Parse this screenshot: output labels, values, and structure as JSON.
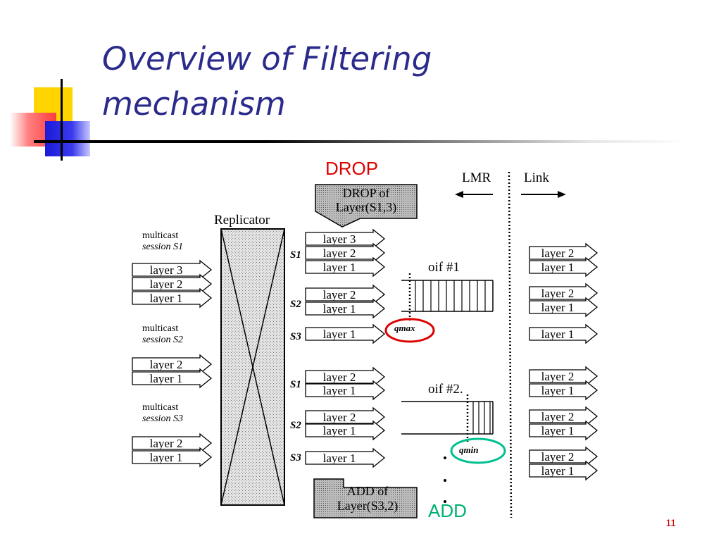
{
  "slide": {
    "title_line1": "Overview of Filtering",
    "title_line2": "mechanism",
    "page_number": "11"
  },
  "annotations": {
    "drop": "DROP",
    "add": "ADD"
  },
  "figure": {
    "drop_box": {
      "line1": "DROP of",
      "line2": "Layer(S1,3)"
    },
    "add_box": {
      "line1": "ADD of",
      "line2": "Layer(S3,2)"
    },
    "replicator_label": "Replicator",
    "lmr_label": "LMR",
    "link_label": "Link",
    "oif1_label": "oif #1",
    "oif2_label": "oif #2.",
    "qmax_label": "qmax",
    "qmin_label": "qmin",
    "sessions": [
      {
        "line1": "multicast",
        "line2": "session S1",
        "layers": [
          "layer 3",
          "layer 2",
          "layer 1"
        ]
      },
      {
        "line1": "multicast",
        "line2": "session S2",
        "layers": [
          "layer 2",
          "layer 1"
        ]
      },
      {
        "line1": "multicast",
        "line2": "session S3",
        "layers": [
          "layer 2",
          "layer 1"
        ]
      }
    ],
    "oif1_inputs": [
      {
        "label": "S1",
        "layers": [
          "layer 3",
          "layer 2",
          "layer 1"
        ]
      },
      {
        "label": "S2",
        "layers": [
          "layer 2",
          "layer 1"
        ]
      },
      {
        "label": "S3",
        "layers": [
          "layer 1"
        ]
      }
    ],
    "oif2_inputs": [
      {
        "label": "S1",
        "layers": [
          "layer 2",
          "layer 1"
        ]
      },
      {
        "label": "S2",
        "layers": [
          "layer 2",
          "layer 1"
        ]
      },
      {
        "label": "S3",
        "layers": [
          "layer 1"
        ]
      }
    ],
    "oif1_outputs": [
      [
        "layer 2",
        "layer 1"
      ],
      [
        "layer 2",
        "layer 1"
      ],
      [
        "layer 1"
      ]
    ],
    "oif2_outputs": [
      [
        "layer 2",
        "layer 1"
      ],
      [
        "layer 2",
        "layer 1"
      ],
      [
        "layer 2",
        "layer 1"
      ]
    ]
  },
  "colors": {
    "title": "#2b2b8c",
    "drop": "#dd0000",
    "add": "#00b070",
    "qmax_ring": "#dd0000",
    "qmin_ring": "#00c090"
  }
}
